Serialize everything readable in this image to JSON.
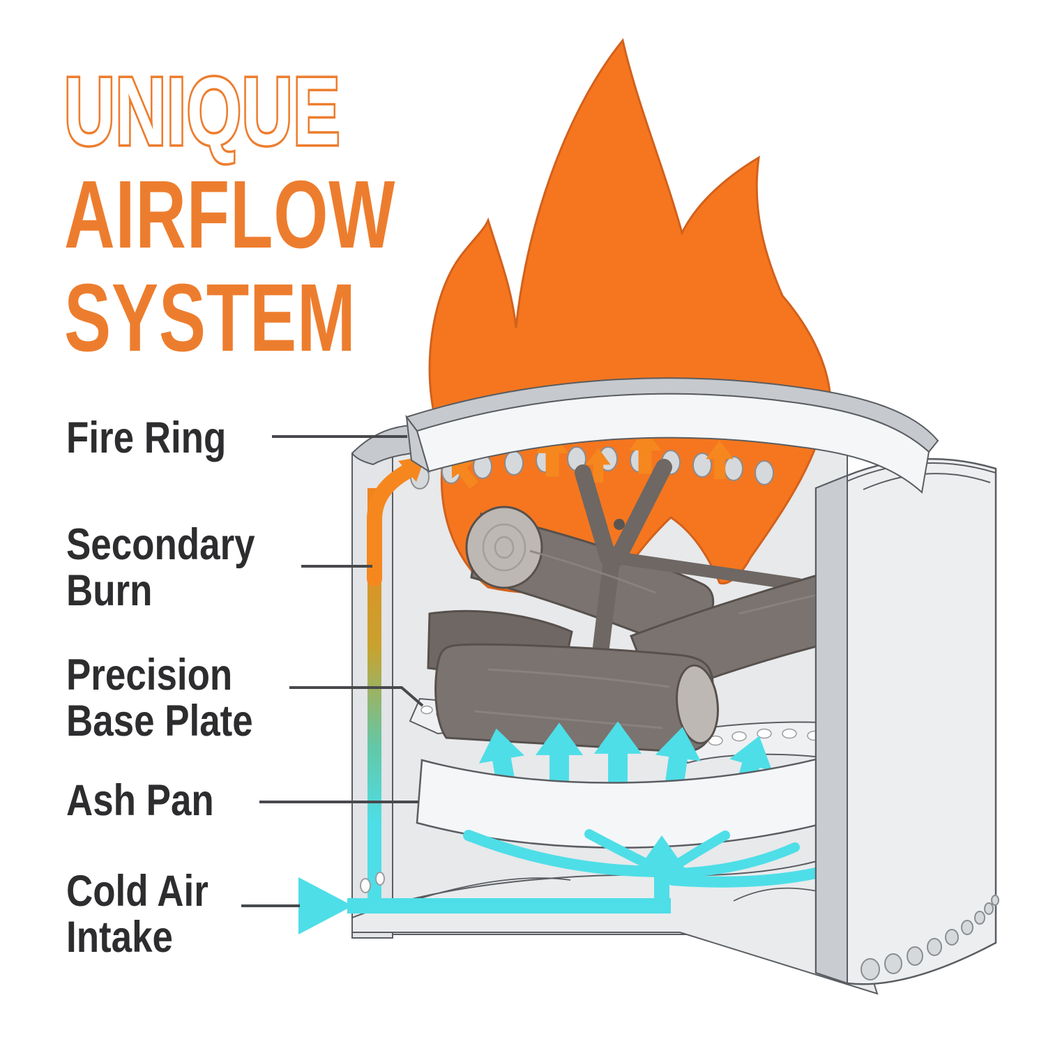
{
  "title": {
    "line1": "UNIQUE",
    "line2": "AIRFLOW",
    "line3": "SYSTEM"
  },
  "labels": {
    "fire_ring": {
      "lines": [
        "Fire Ring"
      ]
    },
    "secondary_burn": {
      "lines": [
        "Secondary",
        "Burn"
      ]
    },
    "precision_base_plate": {
      "lines": [
        "Precision",
        "Base Plate"
      ]
    },
    "ash_pan": {
      "lines": [
        "Ash Pan"
      ]
    },
    "cold_air_intake": {
      "lines": [
        "Cold Air",
        "Intake"
      ]
    }
  },
  "colors": {
    "title_orange": "#ED7D2E",
    "flame_orange": "#F5761F",
    "flame_outline": "#D2611C",
    "arrow_orange": "#F5871E",
    "cold_air_cyan": "#4EDEE7",
    "label_dark": "#2D2D2F",
    "leader_gray": "#47494C",
    "steel_light": "#EDEEF0",
    "steel_mid": "#E7E9EB",
    "steel_shade": "#C9CCD0",
    "steel_rim": "#C6C9CD",
    "steel_white": "#F5F6F8",
    "outline_gray": "#5A5D61",
    "hole_gray": "#D6D9DC",
    "log_gray": "#7A7370",
    "log_dark": "#6E6763",
    "log_end": "#BDB8B4"
  }
}
